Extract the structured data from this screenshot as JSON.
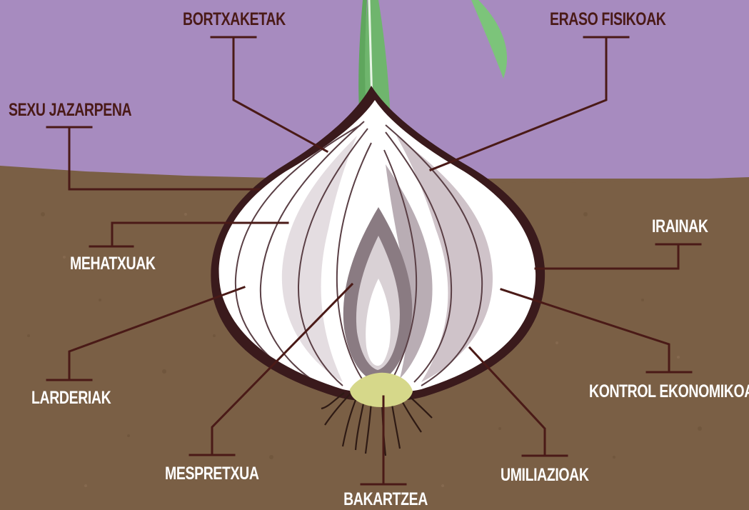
{
  "diagram": {
    "labels": {
      "bortxaketak": "BORTXAKETAK",
      "eraso_fisikoak": "ERASO FISIKOAK",
      "sexu_jazarpena": "SEXU JAZARPENA",
      "irainak": "IRAINAK",
      "mehatxuak": "MEHATXUAK",
      "larderiak": "LARDERIAK",
      "kontrol_ekonomikoa": "KONTROL EKONOMIKOA",
      "mespretxua": "MESPRETXUA",
      "umiliazioak": "UMILIAZIOAK",
      "bakartzea": "BAKARTZEA"
    },
    "colors": {
      "sky": "#a78bbf",
      "soil": "#7a5f45",
      "onion_flesh": "#ffffff",
      "onion_shade": "#d8cfd3",
      "onion_outline": "#3a1a1c",
      "sprout": "#7cc47a",
      "root_plate": "#d6d88a",
      "leader_line": "#4a1a17",
      "label_dark": "#4a1a17",
      "label_light": "#ffffff"
    }
  }
}
